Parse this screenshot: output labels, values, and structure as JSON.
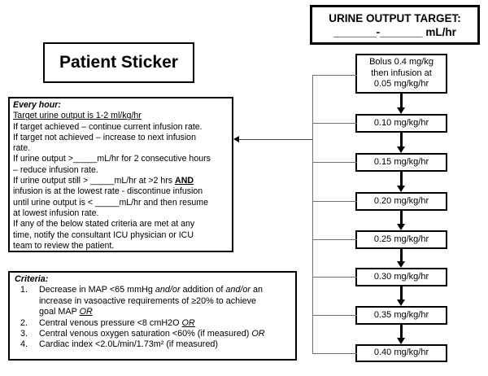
{
  "target_box": {
    "title": "URINE OUTPUT TARGET:",
    "range_line": "_______-_______ mL/hr"
  },
  "patient_sticker": {
    "label": "Patient Sticker"
  },
  "every_hour": {
    "heading": "Every hour:",
    "target_line": "Target urine output is 1-2 ml/kg/hr",
    "body_a": "If target achieved – continue current infusion rate.\nIf target not achieved – increase to next infusion\nrate.\nIf urine output >_____mL/hr for 2 consecutive hours\n– reduce infusion rate.\nIf urine output still > _____mL/hr at >2 hrs ",
    "and_word": "AND",
    "body_b": "\ninfusion is at the lowest rate - discontinue infusion\nuntil urine output is < _____mL/hr and then resume\nat lowest infusion rate.\nIf any of the below stated criteria are met at any\ntime, notify the consultant ICU physician or ICU\nteam to review the patient."
  },
  "criteria": {
    "heading": "Criteria:",
    "items": [
      {
        "number": "1.",
        "segments": [
          {
            "text": "Decrease in MAP <65 mmHg ",
            "style": "normal"
          },
          {
            "text": "and/or",
            "style": "italic"
          },
          {
            "text": " addition of ",
            "style": "normal"
          },
          {
            "text": "and/or",
            "style": "italic"
          },
          {
            "text": " an\nincrease in vasoactive requirements of ≥20% to achieve\ngoal MAP ",
            "style": "normal"
          },
          {
            "text": "OR",
            "style": "italic-underline"
          }
        ]
      },
      {
        "number": "2.",
        "segments": [
          {
            "text": "Central venous pressure <8 cmH2O ",
            "style": "normal"
          },
          {
            "text": "OR",
            "style": "italic-underline"
          }
        ]
      },
      {
        "number": "3.",
        "segments": [
          {
            "text": "Central venous oxygen saturation <60% (if measured) ",
            "style": "normal"
          },
          {
            "text": "OR",
            "style": "italic"
          }
        ]
      },
      {
        "number": "4.",
        "segments": [
          {
            "text": "Cardiac index <2.0L/min/1.73m² (if measured)",
            "style": "normal"
          }
        ]
      }
    ]
  },
  "flowchart": {
    "steps": [
      {
        "label": "Bolus 0.4 mg/kg\nthen infusion at\n0.05 mg/kg/hr"
      },
      {
        "label": "0.10 mg/kg/hr"
      },
      {
        "label": "0.15 mg/kg/hr"
      },
      {
        "label": "0.20 mg/kg/hr"
      },
      {
        "label": "0.25 mg/kg/hr"
      },
      {
        "label": "0.30 mg/kg/hr"
      },
      {
        "label": "0.35 mg/kg/hr"
      },
      {
        "label": "0.40 mg/kg/hr"
      }
    ]
  },
  "colors": {
    "line_black": "#000000",
    "connector_gray": "#707070",
    "background": "#ffffff"
  }
}
